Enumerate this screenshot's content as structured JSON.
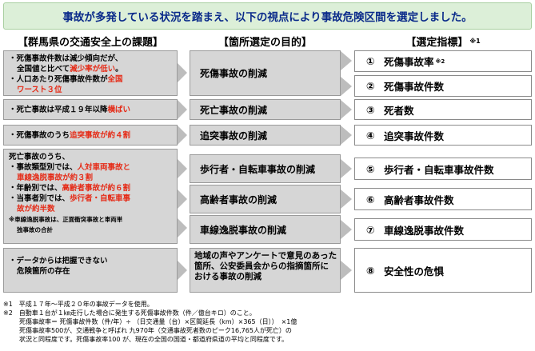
{
  "banner": "事故が多発している状況を踏まえ、以下の視点により事故危険区間を選定しました。",
  "headers": {
    "issues": "【群馬県の交通安全上の課題】",
    "purpose": "【箇所選定の目的】",
    "indicators": "【選定指標】",
    "indicators_note": "※1"
  },
  "issues": [
    {
      "lines": [
        [
          {
            "t": "・死傷事故件数は減少傾向だが、"
          }
        ],
        [
          {
            "t": "全国値と比べて",
            "ind": true
          },
          {
            "t": "減少率が低い",
            "red": true
          },
          {
            "t": "。"
          }
        ],
        [
          {
            "t": "・人口あたり死傷事故件数が"
          },
          {
            "t": "全国",
            "red": true
          }
        ],
        [
          {
            "t": "ワースト３位",
            "red": true,
            "ind": true
          }
        ]
      ]
    },
    {
      "lines": [
        [
          {
            "t": "・死亡事故は平成１９年以降"
          },
          {
            "t": "横ばい",
            "red": true
          }
        ]
      ]
    },
    {
      "lines": [
        [
          {
            "t": "・死傷事故のうち"
          },
          {
            "t": "追突事故が約４割",
            "red": true
          }
        ]
      ]
    },
    {
      "lines": [
        [
          {
            "t": "死亡事故のうち、"
          }
        ],
        [
          {
            "t": "・事故類型別では、"
          },
          {
            "t": "人対車両事故と",
            "red": true
          }
        ],
        [
          {
            "t": "車線逸脱事故が約３割",
            "red": true,
            "ind": true
          }
        ],
        [
          {
            "t": "・年齢別では、"
          },
          {
            "t": "高齢者事故が約６割",
            "red": true
          }
        ],
        [
          {
            "t": "・当事者別では、"
          },
          {
            "t": "歩行者・自転車事",
            "red": true
          }
        ],
        [
          {
            "t": "故が約半数",
            "red": true,
            "ind": true
          }
        ],
        [
          {
            "t": "※車線逸脱事故は、正面衝突事故と車両単",
            "small": true
          }
        ],
        [
          {
            "t": "独事故の合計",
            "small": true,
            "ind": true
          }
        ]
      ]
    },
    {
      "lines": [
        [
          {
            "t": "・データからは把握できない"
          }
        ],
        [
          {
            "t": "危険箇所の存在",
            "ind": true
          }
        ]
      ]
    }
  ],
  "purposes": [
    {
      "lines": [
        "死傷事故の削減"
      ]
    },
    {
      "lines": [
        "死亡事故の削減"
      ]
    },
    {
      "lines": [
        "追突事故の削減"
      ]
    },
    {
      "lines": [
        "歩行者・自転車事故の削減"
      ]
    },
    {
      "lines": [
        "高齢者事故の削減"
      ]
    },
    {
      "lines": [
        "車線逸脱事故の削減"
      ]
    },
    {
      "lines": [
        "地域の声やアンケートで意見のあった",
        "箇所、公安委員会からの指摘箇所に",
        "おける事故の削減"
      ]
    }
  ],
  "indicators": [
    {
      "num": "①",
      "label": "死傷事故率",
      "note": "※2"
    },
    {
      "num": "②",
      "label": "死傷事故件数",
      "note": ""
    },
    {
      "num": "③",
      "label": "死者数",
      "note": ""
    },
    {
      "num": "④",
      "label": "追突事故件数",
      "note": ""
    },
    {
      "num": "⑤",
      "label": "歩行者・自転車事故件数",
      "note": ""
    },
    {
      "num": "⑥",
      "label": "高齢者事故件数",
      "note": ""
    },
    {
      "num": "⑦",
      "label": "車線逸脱事故件数",
      "note": ""
    },
    {
      "num": "⑧",
      "label": "安全性の危惧",
      "note": ""
    }
  ],
  "notes": [
    {
      "t": "※1　平成１７年～平成２０年の事故データを使用。",
      "ind": false
    },
    {
      "t": "※2　自動車１台が１㎞走行した場合に発生する死傷事故件数（件／億台キロ）のこと。",
      "ind": false
    },
    {
      "t": "死傷事故率＝ 死傷事故件数（件/年）÷ （日交通量（台）×区間延長（km）×365（日））　×1億",
      "ind": true
    },
    {
      "t": "死傷事故率500が、交通戦争と呼ばれ 九970年（交通事故死者数のピーク16,765人が死亡）の",
      "ind": true
    },
    {
      "t": "状況と同程度です。死傷事故率100 が、現在の全国の国道・都道府県道の平均と同程度です。",
      "ind": true
    }
  ]
}
